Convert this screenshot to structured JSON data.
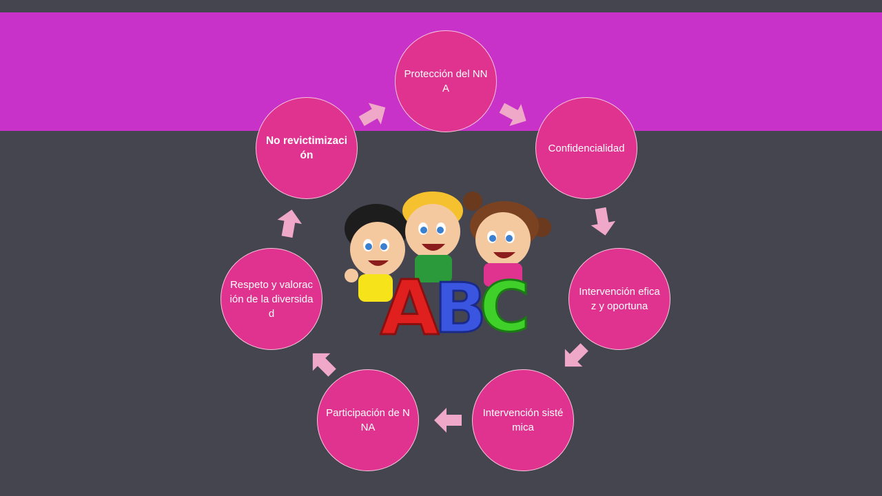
{
  "slide": {
    "colors": {
      "background": "#454550",
      "band": "#c832c8",
      "node": "#e0338f",
      "node_border": "#f7c6dd",
      "arrow": "#f0a8c8"
    }
  },
  "diagram": {
    "nodes": [
      {
        "id": "proteccion",
        "label": "Protección del NNA",
        "bold": false
      },
      {
        "id": "confidencialidad",
        "label": "Confidencialidad",
        "bold": false
      },
      {
        "id": "intervencion-eficaz",
        "label": "Intervención eficaz y oportuna",
        "bold": false
      },
      {
        "id": "intervencion-sistemica",
        "label": "Intervención sistémica",
        "bold": false
      },
      {
        "id": "participacion",
        "label": "Participación de NNA",
        "bold": false
      },
      {
        "id": "respeto",
        "label": "Respeto y valoración de la diversidad",
        "bold": false
      },
      {
        "id": "no-revictimizacion",
        "label": "No revictimización",
        "bold": true
      }
    ],
    "center_image": {
      "icon": "kids-abc-illustration",
      "letters": "ABC"
    }
  }
}
